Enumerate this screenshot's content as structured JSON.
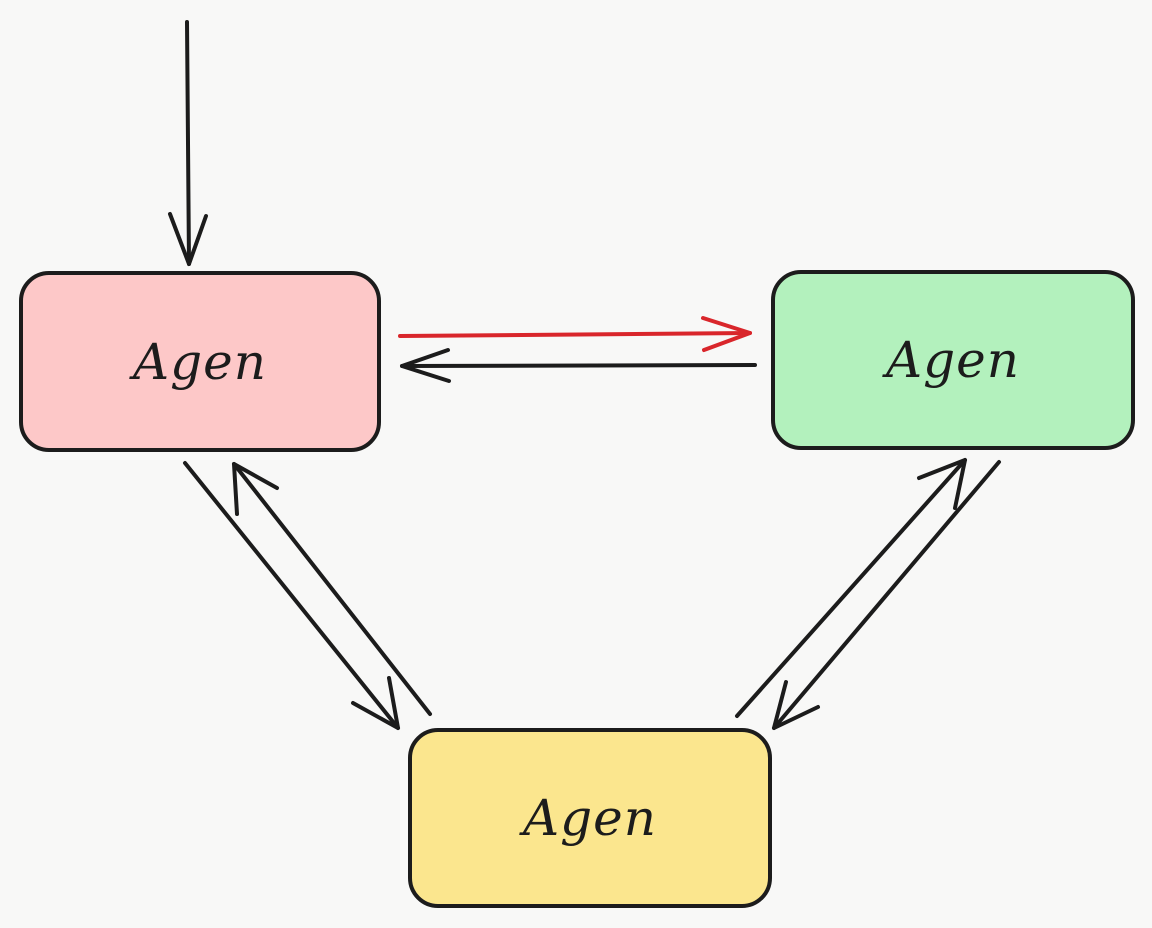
{
  "nodes": {
    "left": {
      "label": "Agen",
      "fill": "#fdc8c8"
    },
    "right": {
      "label": "Agen",
      "fill": "#b3f1bd"
    },
    "bottom": {
      "label": "Agen",
      "fill": "#fbe68e"
    }
  },
  "colors": {
    "stroke": "#1c1c1c",
    "highlight_arrow": "#d9262b",
    "background": "#f8f8f7"
  }
}
